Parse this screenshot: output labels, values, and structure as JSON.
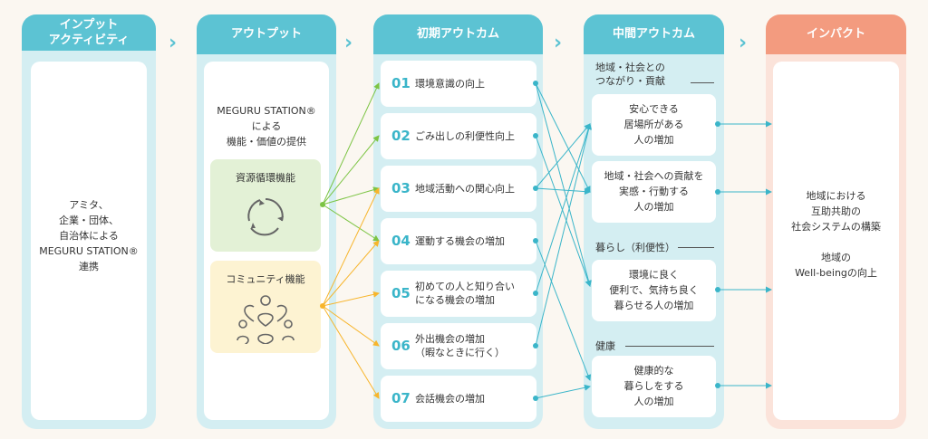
{
  "columns": {
    "input": {
      "title": "インプット\nアクティビティ",
      "body": "アミタ、\n企業・団体、\n自治体による\nMEGURU STATION®\n連携"
    },
    "output": {
      "title": "アウトプット",
      "intro": "MEGURU STATION®\nによる\n機能・価値の提供",
      "features": [
        {
          "label": "資源循環機能",
          "icon": "recycle-icon"
        },
        {
          "label": "コミュニティ機能",
          "icon": "community-icon"
        }
      ]
    },
    "initial": {
      "title": "初期アウトカム",
      "items": [
        {
          "num": "01",
          "label": "環境意識の向上"
        },
        {
          "num": "02",
          "label": "ごみ出しの利便性向上"
        },
        {
          "num": "03",
          "label": "地域活動への関心向上"
        },
        {
          "num": "04",
          "label": "運動する機会の増加"
        },
        {
          "num": "05",
          "label": "初めての人と知り合い\nになる機会の増加"
        },
        {
          "num": "06",
          "label": "外出機会の増加\n（暇なときに行く）"
        },
        {
          "num": "07",
          "label": "会話機会の増加"
        }
      ]
    },
    "middle": {
      "title": "中間アウトカム",
      "groups": [
        {
          "heading": "地域・社会との\nつながり・貢献",
          "items": [
            "安心できる\n居場所がある\n人の増加",
            "地域・社会への貢献を\n実感・行動する\n人の増加"
          ]
        },
        {
          "heading": "暮らし（利便性）",
          "items": [
            "環境に良く\n便利で、気持ち良く\n暮らせる人の増加"
          ]
        },
        {
          "heading": "健康",
          "items": [
            "健康的な\n暮らしをする\n人の増加"
          ]
        }
      ]
    },
    "impact": {
      "title": "インパクト",
      "body": "地域における\n互助共助の\n社会システムの構築\n\n地域の\nWell-beingの向上"
    }
  },
  "colors": {
    "teal": "#5cc3d3",
    "teal_light": "#d4eef2",
    "impact": "#f39b7f",
    "impact_light": "#fbe3da",
    "green": "#7cc444",
    "green_bg": "#e3f1d6",
    "yellow": "#f7b52c",
    "yellow_bg": "#fdf3d2"
  }
}
